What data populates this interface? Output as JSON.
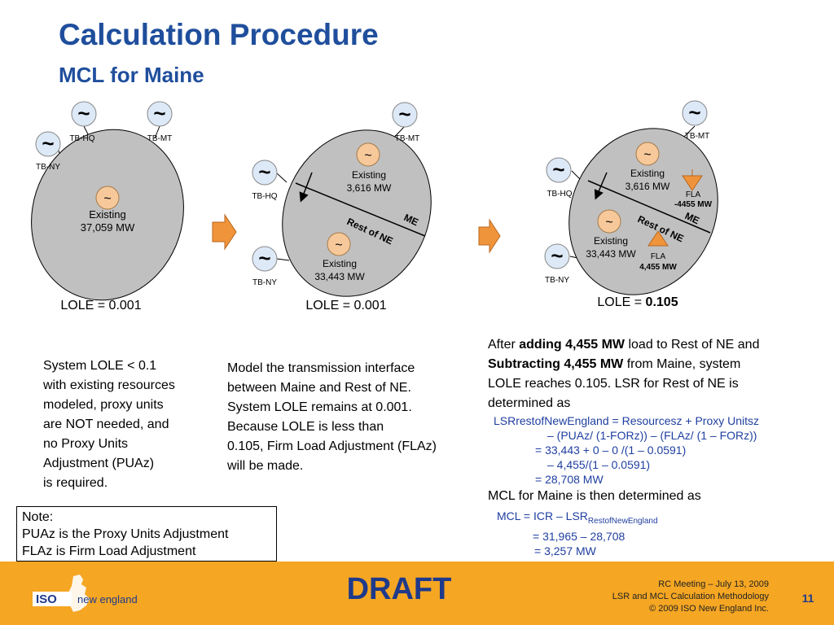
{
  "header": {
    "title": "Calculation Procedure",
    "subtitle": "MCL for Maine"
  },
  "stages": [
    {
      "generators": [
        "TB-HQ",
        "TB-MT",
        "TB-NY"
      ],
      "inner_label": "Existing",
      "inner_value": "37,059 MW",
      "lole": "LOLE = 0.001"
    },
    {
      "generators": [
        "TB-MT",
        "TB-HQ",
        "TB-NY"
      ],
      "me_label": "ME",
      "rest_label": "Rest of NE",
      "me_existing": "Existing",
      "me_value": "3,616 MW",
      "rest_existing": "Existing",
      "rest_value": "33,443 MW",
      "lole_prefix": "LOLE = ",
      "lole_value": "0.001"
    },
    {
      "generators": [
        "TB-MT",
        "TB-HQ",
        "TB-NY"
      ],
      "me_label": "ME",
      "rest_label": "Rest of NE",
      "me_existing": "Existing",
      "me_value": "3,616 MW",
      "rest_existing": "Existing",
      "rest_value": "33,443 MW",
      "fla_me_label": "FLA",
      "fla_me_value": "-4455 MW",
      "fla_rest_label": "FLA",
      "fla_rest_value": "4,455 MW",
      "lole_prefix": "LOLE = ",
      "lole_value": "0.105"
    }
  ],
  "generator_symbol": "~",
  "text_blocks": {
    "left": [
      "System LOLE < 0.1",
      "with existing resources",
      "modeled, proxy units",
      "are NOT needed, and",
      "no Proxy Units",
      "Adjustment (PUAz)",
      "is required."
    ],
    "middle": [
      "Model the transmission interface",
      "between Maine and Rest of NE.",
      "System LOLE remains at 0.001.",
      "Because LOLE is less than",
      "0.105, Firm Load Adjustment (FLAz)",
      "will be made."
    ],
    "right": {
      "line1_a": "After ",
      "line1_b": "adding 4,455 MW",
      "line1_c": " load to Rest of NE and",
      "line2_b": "Subtracting 4,455 MW",
      "line2_c": " from Maine, system",
      "line3": "LOLE reaches 0.105.  LSR for Rest of NE is",
      "line4": "determined as",
      "lsr": [
        "LSRrestofNewEngland = Resourcesz + Proxy Unitsz",
        "– (PUAz/ (1-FORz)) – (FLAz/ (1 – FORz))",
        "= 33,443  + 0 – 0 /(1 – 0.0591)",
        "– 4,455/(1 – 0.0591)",
        "= 28,708 MW"
      ],
      "mcl_intro": "MCL for Maine is then determined as",
      "mcl_a": "MCL = ICR – LSR",
      "mcl_sub": "RestofNewEngland",
      "mcl_b": "= 31,965 – 28,708",
      "mcl_c": "= 3,257 MW"
    }
  },
  "note": {
    "l1": "Note:",
    "l2": "PUAz is the Proxy Units Adjustment",
    "l3": "FLAz is Firm Load Adjustment"
  },
  "footer": {
    "logo_iso": "ISO",
    "logo_ne": "new england",
    "draft": "DRAFT",
    "meeting": "RC Meeting – July 13, 2009",
    "doc": "LSR and MCL Calculation Methodology",
    "copyright": "© 2009 ISO New England Inc.",
    "page": "11"
  },
  "colors": {
    "title": "#1f4e9c",
    "oval": "#c0c0c0",
    "generator": "#dde9f7",
    "existing": "#f7c99a",
    "arrow": "#f0943c",
    "fla": "#f0943c",
    "footer": "#f5a623"
  }
}
